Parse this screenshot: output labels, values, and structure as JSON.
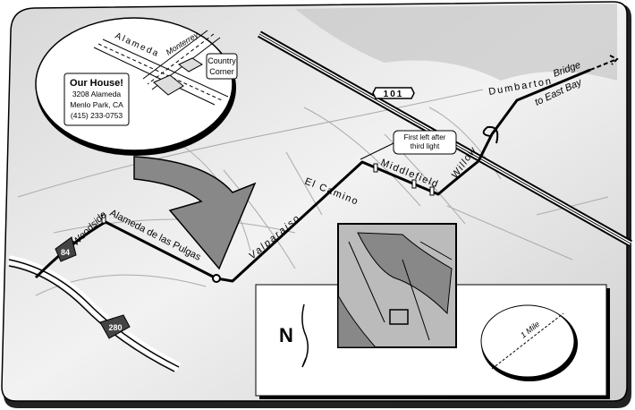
{
  "inset": {
    "streets": [
      "Alameda",
      "Monterrey"
    ],
    "store_label": [
      "Country",
      "Corner"
    ],
    "house": {
      "title": "Our House!",
      "address": "3208 Alameda",
      "city": "Menlo Park, CA",
      "phone": "(415) 233-0753"
    }
  },
  "highways": {
    "us101": "101",
    "ca84": "84",
    "i280": "280"
  },
  "roads": {
    "dumbarton": "Dumbarton",
    "bridge": "Bridge",
    "east_bay": "to East Bay",
    "middlefield": "Middlefield",
    "willow": "Willow",
    "el_camino": "El Camino",
    "valparaiso": "Valparaiso",
    "alameda_pulgas": "Alameda de las Pulgas",
    "woodside": "Woodside"
  },
  "callout": {
    "line1": "First left after",
    "line2": "third light"
  },
  "legend": {
    "north": "N",
    "scale": "1 Mile"
  }
}
